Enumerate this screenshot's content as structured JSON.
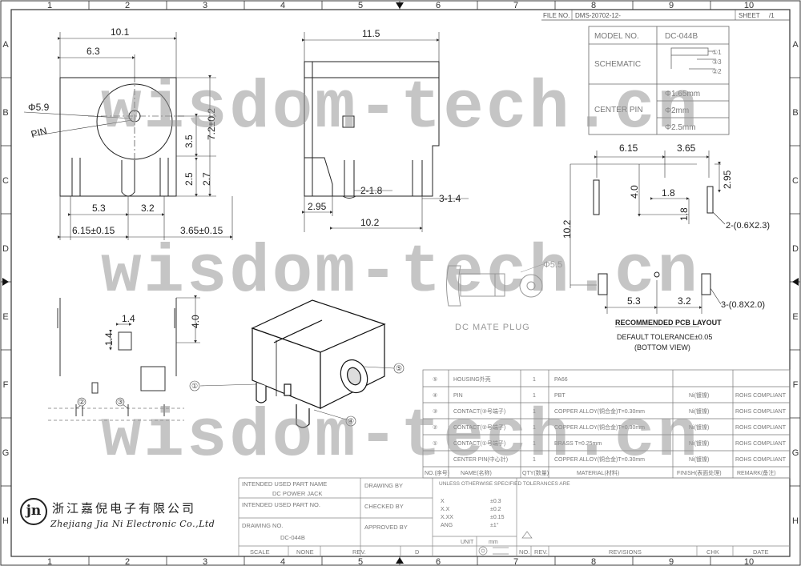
{
  "border": {
    "columns": [
      "1",
      "2",
      "3",
      "4",
      "5",
      "6",
      "7",
      "8",
      "9",
      "10"
    ],
    "rows": [
      "A",
      "B",
      "C",
      "D",
      "E",
      "F",
      "G",
      "H"
    ]
  },
  "watermark": "wisdom-tech.cn",
  "header": {
    "file_label": "FILE NO.",
    "file_no": "DMS-20702-12-",
    "sheet_label": "SHEET",
    "sheet_value": "/1"
  },
  "model_table": {
    "model_label": "MODEL NO.",
    "model_value": "DC-044B",
    "schematic_label": "SCHEMATIC",
    "pins": [
      "①1",
      "③3",
      "②2"
    ],
    "center_pin_label": "CENTER PIN",
    "center_pin_values": [
      "Φ1.65mm",
      "Φ2mm",
      "Φ2.5mm"
    ]
  },
  "front_view": {
    "dims": [
      "10.1",
      "6.3",
      "Φ5.9",
      "PIN",
      "7.2±0.2",
      "3.5",
      "2.5",
      "2.7",
      "5.3",
      "3.2",
      "6.15±0.15",
      "3.65±0.15"
    ]
  },
  "side_view": {
    "dims": [
      "11.5",
      "2-1.8",
      "3-1.4",
      "2.95",
      "10.2"
    ]
  },
  "pcb_layout": {
    "dims": [
      "6.15",
      "3.65",
      "4.0",
      "1.8",
      "1.8",
      "2.95",
      "10.2",
      "5.3",
      "3.2"
    ],
    "hole_callouts": [
      "2-(0.6X2.3)",
      "3-(0.8X2.0)"
    ],
    "title": "RECOMMENDED PCB LAYOUT",
    "tolerance": "DEFAULT TOLERANCE±0.05",
    "view": "(BOTTOM VIEW)"
  },
  "bottom_view": {
    "dims": [
      "4.0",
      "1.4",
      "1.4"
    ]
  },
  "plug": {
    "dim": "Φ5.5",
    "label": "DC MATE PLUG"
  },
  "balloons": [
    "①",
    "②",
    "③",
    "④",
    "⑤"
  ],
  "bom": {
    "rows": [
      {
        "no": "⑤",
        "name": "HOUSING外壳",
        "qty": "1",
        "material": "PA66",
        "finish": "",
        "remark": ""
      },
      {
        "no": "④",
        "name": "PIN",
        "qty": "1",
        "material": "PBT",
        "finish": "Ni(镀镍)",
        "remark": "ROHS COMPLIANT"
      },
      {
        "no": "③",
        "name": "CONTACT(③号端子)",
        "qty": "1",
        "material": "COPPER ALLOY(铜合金)T=0.30mm",
        "finish": "Ni(镀镍)",
        "remark": "ROHS COMPLIANT"
      },
      {
        "no": "②",
        "name": "CONTACT(②号端子)",
        "qty": "1",
        "material": "COPPER ALLOY(铜合金)T=0.30mm",
        "finish": "Ni(镀镍)",
        "remark": "ROHS COMPLIANT"
      },
      {
        "no": "①",
        "name": "CONTACT(①号端子)",
        "qty": "1",
        "material": "BRASS T=0.25mm",
        "finish": "Ni(镀镍)",
        "remark": "ROHS COMPLIANT"
      },
      {
        "no": "",
        "name": "CENTER PIN(中心针)",
        "qty": "1",
        "material": "COPPER ALLOY(铜合金)T=0.30mm",
        "finish": "Ni(镀镍)",
        "remark": "ROHS COMPLIANT"
      }
    ],
    "header": {
      "no": "NO.(序号)",
      "name": "NAME(名称)",
      "qty": "QTY(数量)",
      "material": "MATERIAL(材料)",
      "finish": "FINISH(表面处理)",
      "remark": "REMARK(备注)"
    }
  },
  "title_block": {
    "company_cn": "浙江嘉倪电子有限公司",
    "company_en": "Zhejiang Jia Ni Electronic Co.,Ltd",
    "logo": "jn",
    "intended_part_label": "INTENDED USED PART NAME",
    "intended_part_value": "DC POWER JACK",
    "intended_no_label": "INTENDED USED PART NO.",
    "drawing_no_label": "DRAWING NO.",
    "drawing_no_value": "DC-044B",
    "scale_label": "SCALE",
    "scale_value": "NONE",
    "rev_label": "REV.",
    "rev_value": "D",
    "drawn_by": "DRAWING BY",
    "checked_by": "CHECKED BY",
    "approved_by": "APPROVED BY",
    "tol_title": "UNLESS OTHERWISE SPECIFIED TOLERANCES ARE",
    "tol_rows": [
      [
        "X",
        "±0.3"
      ],
      [
        "X.X",
        "±0.2"
      ],
      [
        "X.XX",
        "±0.15"
      ],
      [
        "ANG",
        "±1°"
      ]
    ],
    "unit_label": "UNIT",
    "unit_value": "mm",
    "rev_no": "NO.",
    "rev_col": "REV.",
    "revisions": "REVISIONS",
    "chk": "CHK",
    "date": "DATE"
  }
}
